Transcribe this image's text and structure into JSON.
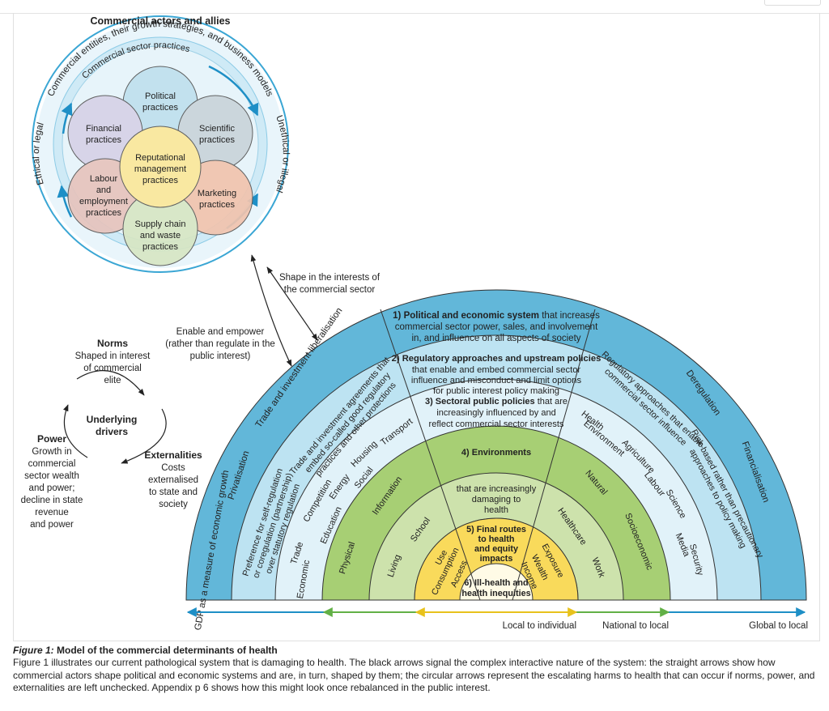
{
  "header": {
    "commercial_actors": "Commercial actors and allies"
  },
  "outer_ring": {
    "arc_text": "Commercial entities, their growth strategies, and business models",
    "inner_arc_text": "Commercial sector practices",
    "left_label": "Ethical or legal",
    "right_label": "Unethical or illegal"
  },
  "practices": {
    "political": [
      "Political",
      "practices"
    ],
    "scientific": [
      "Scientific",
      "practices"
    ],
    "financial": [
      "Financial",
      "practices"
    ],
    "marketing": [
      "Marketing",
      "practices"
    ],
    "labour": [
      "Labour",
      "and",
      "employment",
      "practices"
    ],
    "supply": [
      "Supply chain",
      "and waste",
      "practices"
    ],
    "reputational": [
      "Reputational",
      "management",
      "practices"
    ]
  },
  "arrows": {
    "shape": [
      "Shape in the interests of",
      "the commercial sector"
    ],
    "enable": [
      "Enable and empower",
      "(rather than regulate in the",
      "public interest)"
    ]
  },
  "drivers": {
    "center": [
      "Underlying",
      "drivers"
    ],
    "norms_title": "Norms",
    "norms_text": [
      "Shaped in interest",
      "of commercial",
      "elite"
    ],
    "power_title": "Power",
    "power_text": [
      "Growth in",
      "commercial",
      "sector wealth",
      "and power;",
      "decline in state",
      "revenue",
      "and power"
    ],
    "externalities_title": "Externalities",
    "externalities_text": [
      "Costs",
      "externalised",
      "to state and",
      "society"
    ]
  },
  "rainbow": {
    "ring1": {
      "title": "1) Political and economic system",
      "text": [
        "that increases",
        "commercial sector power, sales, and involvement",
        "in, and influence on all aspects of society"
      ],
      "left_items": [
        "Trade and investment liberalisation",
        "Privatisation",
        "GDP as a measure of economic growth"
      ],
      "right_items": [
        "Deregulation",
        "Financialisation"
      ]
    },
    "ring2": {
      "title": "2) Regulatory approaches and upstream policies",
      "text": [
        "that enable and embed commercial sector",
        "influence and misconduct and limit options",
        "for public interest policy making"
      ],
      "left_items": [
        "Trade and investment agreements that embed so-called good regulatory practices and other protections",
        "Preference for self-regulation or coregulation (partnership) over statutory regulation"
      ],
      "right_items": [
        "Regulatory approaches that enable commercial sector influence",
        "Risk-based rather than precautionary approaches to policy making"
      ]
    },
    "ring3": {
      "title": "3) Sectoral public policies",
      "text": [
        "that are",
        "increasingly influenced by and",
        "reflect commercial sector interests"
      ],
      "left_items": [
        "Transport",
        "Housing",
        "Social",
        "Energy",
        "Competition",
        "Education",
        "Trade",
        "Economic"
      ],
      "right_items": [
        "Health",
        "Environment",
        "Agriculture",
        "Labour",
        "Science",
        "Media",
        "Security"
      ]
    },
    "ring4": {
      "title": "4) Environments",
      "text": [
        "that are increasingly",
        "damaging to",
        "health"
      ],
      "left_items": [
        "Information",
        "Physical"
      ],
      "right_items": [
        "Natural",
        "Socioeconomic"
      ]
    },
    "ring4b": {
      "left_items": [
        "School",
        "Living"
      ],
      "right_items": [
        "Healthcare",
        "Work"
      ]
    },
    "ring5": {
      "title": [
        "5) Final routes",
        "to health",
        "and equity",
        "impacts"
      ],
      "left_items": [
        "Use",
        "Consumption",
        "Access"
      ],
      "right_items": [
        "Exposure",
        "Wealth",
        "Income"
      ]
    },
    "core": {
      "title": [
        "6) Ill-health and",
        "health inequities"
      ]
    }
  },
  "scale": {
    "local_individual": "Local to individual",
    "national_local": "National to local",
    "global_local": "Global to local"
  },
  "caption": {
    "title_prefix": "Figure 1:",
    "title": "Model of the commercial determinants of health",
    "body": "Figure 1 illustrates our current pathological system that is damaging to health. The black arrows signal the complex interactive nature of the system: the straight arrows show how commercial actors shape political and economic systems and are, in turn, shaped by them; the circular arrows represent the escalating harms to health that can occur if norms, power, and externalities are left unchecked. Appendix p 6 shows how this might look once rebalanced in the public interest."
  },
  "colors": {
    "outer_blue": "#62b7d9",
    "light_blue": "#bde3f2",
    "pale_blue": "#e1f2f9",
    "green_dark": "#a7cf74",
    "green_mid": "#cde2ac",
    "green_light": "#e4efd0",
    "yellow": "#f9da5b",
    "cream": "#fffbe6",
    "political": "#bfe0ee",
    "scientific": "#c9d4da",
    "financial": "#d6d2e7",
    "marketing": "#f1c4ae",
    "labour": "#e6c4bd",
    "supply": "#d7e6c4",
    "reputational": "#fbe79a"
  }
}
